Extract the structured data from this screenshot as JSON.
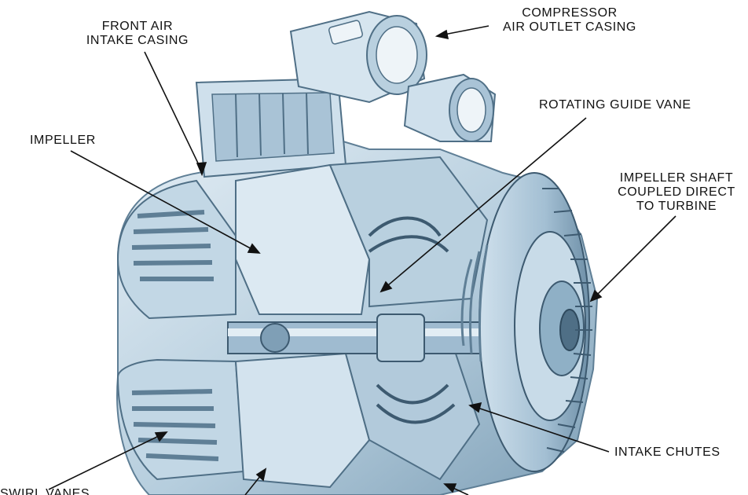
{
  "labels": {
    "front_air_intake_casing": [
      "FRONT AIR",
      "INTAKE CASING"
    ],
    "compressor_air_outlet_casing": [
      "COMPRESSOR",
      "AIR OUTLET CASING"
    ],
    "rotating_guide_vane": "ROTATING GUIDE VANE",
    "impeller": "IMPELLER",
    "impeller_shaft": [
      "IMPELLER SHAFT",
      "COUPLED DIRECT",
      "TO TURBINE"
    ],
    "intake_chutes": "INTAKE CHUTES",
    "swirl_vanes": "SWIRL VANES"
  },
  "colors": {
    "metal_light": "#dbe8f1",
    "metal_mid": "#a9c3d6",
    "metal_dark": "#5f7f96",
    "metal_shadow": "#2f4a5e",
    "line": "#111111"
  }
}
